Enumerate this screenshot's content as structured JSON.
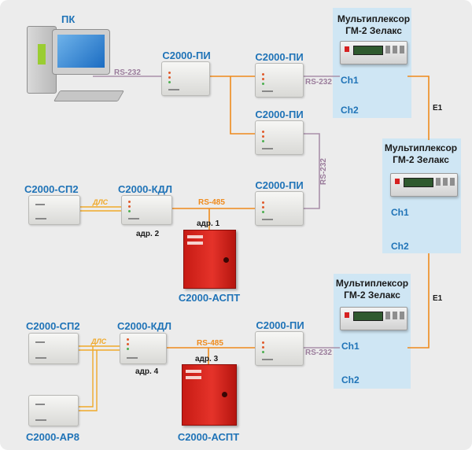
{
  "pc": {
    "label": "ПК"
  },
  "rs232": "RS-232",
  "rs485": "RS-485",
  "dls": "ДЛС",
  "e1": "E1",
  "devices": {
    "pi": "С2000-ПИ",
    "kdl": "С2000-КДЛ",
    "sp2": "С2000-СП2",
    "aspt": "С2000-АСПТ",
    "ar8": "С2000-АР8"
  },
  "mux": {
    "line1": "Мультиплексор",
    "line2": "ГМ-2 Зелакс",
    "ch1": "Ch1",
    "ch2": "Ch2"
  },
  "addr": {
    "a1": "адр. 1",
    "a2": "адр. 2",
    "a3": "адр. 3",
    "a4": "адр. 4"
  },
  "colors": {
    "background": "#ececec",
    "panel": "#cfe6f4",
    "title": "#1f73b7",
    "rs485_line": "#ef8a1c",
    "rs232_line": "#9b7d9c",
    "dls_line": "#f0a92a",
    "e1_line": "#ef8a1c",
    "aspt": "#d92b22"
  }
}
